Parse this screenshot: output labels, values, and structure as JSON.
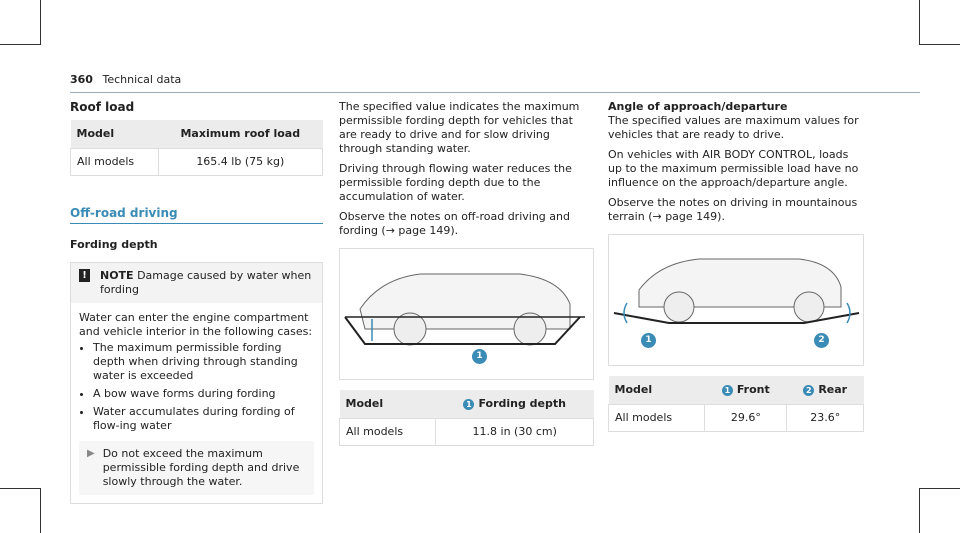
{
  "header": {
    "page_number": "360",
    "section": "Technical data"
  },
  "roof_load": {
    "title": "Roof load",
    "col_model": "Model",
    "col_max": "Maximum roof load",
    "row_model": "All models",
    "row_value": "165.4 lb (75 kg)"
  },
  "offroad": {
    "section_title": "Off-road driving",
    "fording_title": "Fording depth",
    "note_label": "NOTE",
    "note_text": "Damage caused by water when fording",
    "note_intro": "Water can enter the engine compartment and vehicle interior in the following cases:",
    "note_items": [
      "The maximum permissible fording depth when driving through standing water is exceeded",
      "A bow wave forms during fording",
      "Water accumulates during fording of flow-ing water"
    ],
    "tip": "Do not exceed the maximum permissible fording depth and drive slowly through the water."
  },
  "col2": {
    "p1": "The specified value indicates the maximum permissible fording depth for vehicles that are ready to drive and for slow driving through standing water.",
    "p2": "Driving through flowing water reduces the permissible fording depth due to the accumulation of water.",
    "p3": "Observe the notes on off-road driving and fording (→ page 149).",
    "col_model": "Model",
    "col_depth": "Fording depth",
    "marker": "1",
    "row_model": "All models",
    "row_value": "11.8 in (30 cm)"
  },
  "col3": {
    "title": "Angle of approach/departure",
    "p1": "The specified values are maximum values for vehicles that are ready to drive.",
    "p2": "On vehicles with AIR BODY CONTROL, loads up to the maximum permissible load have no influence on the approach/departure angle.",
    "p3": "Observe the notes on driving in mountainous terrain (→ page 149).",
    "col_model": "Model",
    "col_front": "Front",
    "col_rear": "Rear",
    "marker1": "1",
    "marker2": "2",
    "row_model": "All models",
    "front_value": "29.6°",
    "rear_value": "23.6°"
  },
  "colors": {
    "accent": "#3a8bb5"
  }
}
